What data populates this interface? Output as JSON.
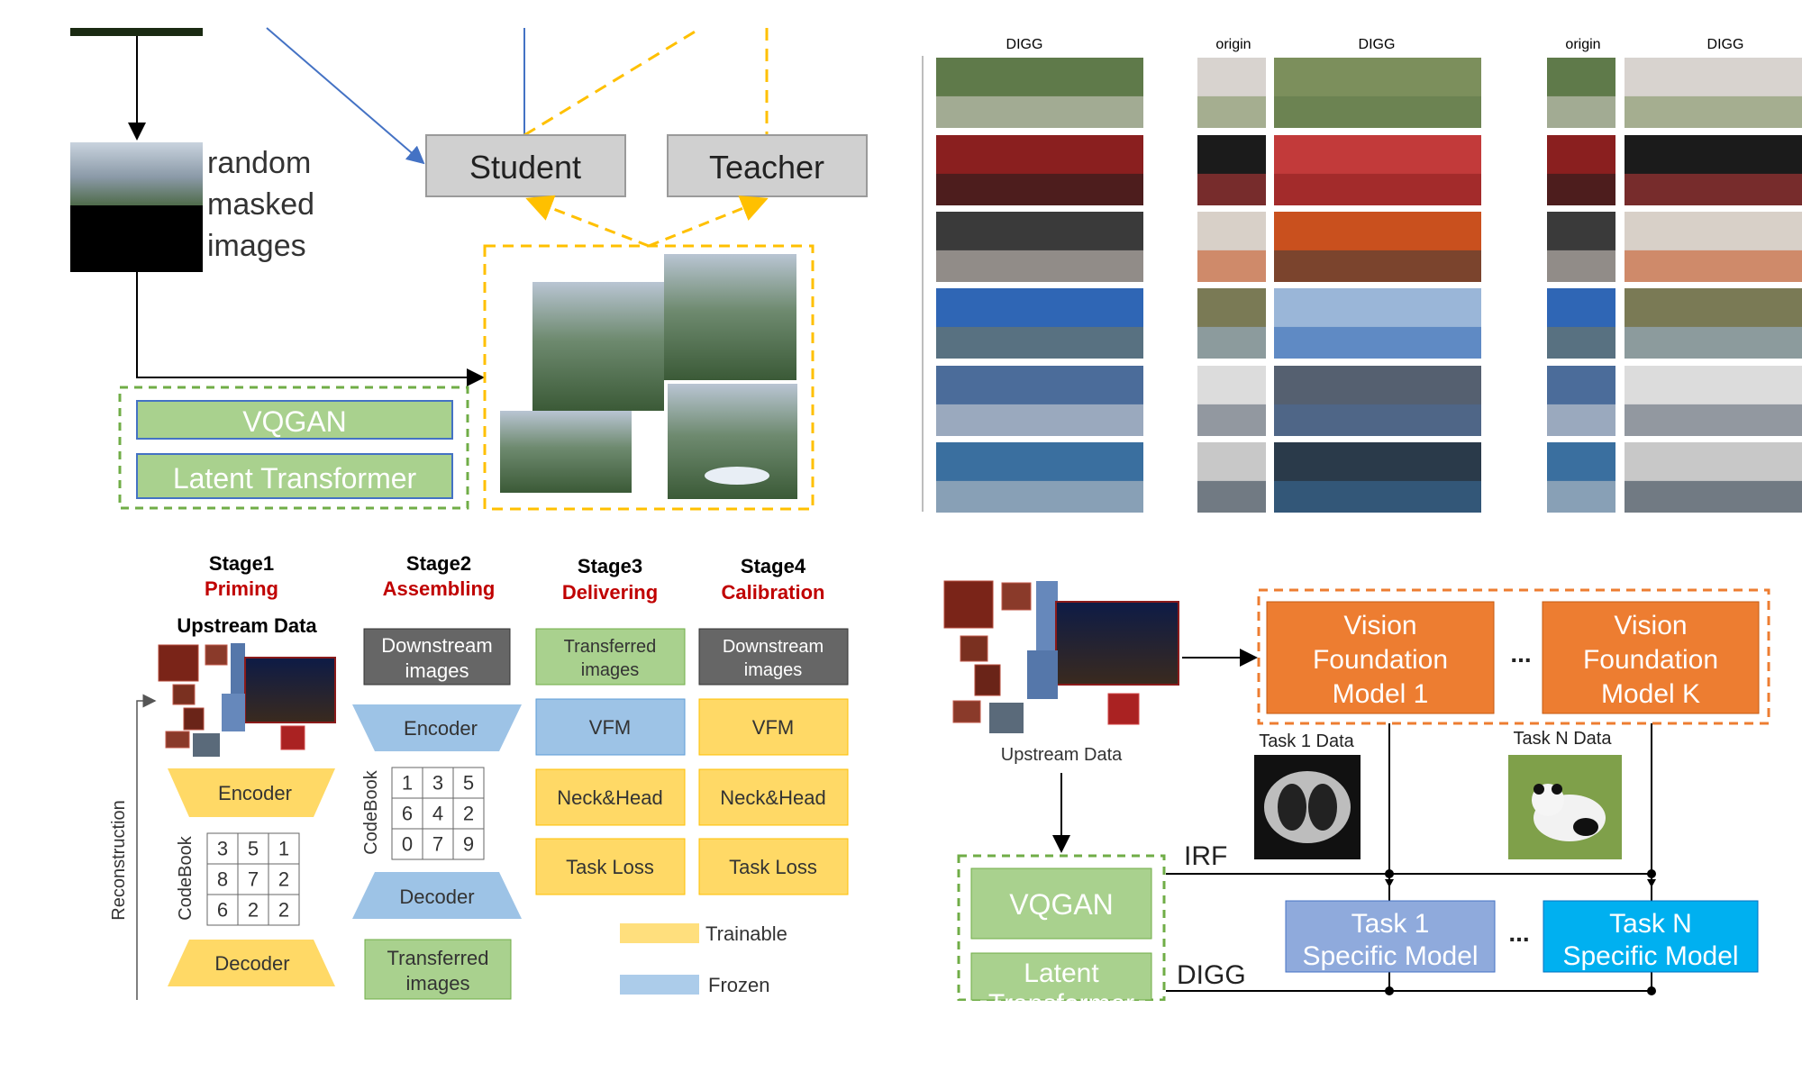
{
  "panel_a": {
    "masked_label": [
      "random",
      "masked",
      "images"
    ],
    "student": "Student",
    "teacher": "Teacher",
    "vqgan": "VQGAN",
    "latent_transformer": "Latent Transformer"
  },
  "panel_b": {
    "col1_header": "DIGG",
    "col2_origin": "origin",
    "col2_digg": "DIGG",
    "col3_origin": "origin",
    "col3_digg": "DIGG"
  },
  "panel_c": {
    "stage1_title": "Stage1",
    "stage1_name": "Priming",
    "stage2_title": "Stage2",
    "stage2_name": "Assembling",
    "stage3_title": "Stage3",
    "stage3_name": "Delivering",
    "stage4_title": "Stage4",
    "stage4_name": "Calibration",
    "upstream_data": "Upstream Data",
    "reconstruction": "Reconstruction",
    "codebook": "CodeBook",
    "s1_encoder": "Encoder",
    "s1_decoder": "Decoder",
    "s1_codes": [
      "3",
      "5",
      "1",
      "8",
      "7",
      "2",
      "6",
      "2",
      "2"
    ],
    "s2_downstream": [
      "Downstream",
      "images"
    ],
    "s2_encoder": "Encoder",
    "s2_codes": [
      "1",
      "3",
      "5",
      "6",
      "4",
      "2",
      "0",
      "7",
      "9"
    ],
    "s2_decoder": "Decoder",
    "s2_transferred": [
      "Transferred",
      "images"
    ],
    "s3_transferred": [
      "Transferred",
      "images"
    ],
    "s3_vfm": "VFM",
    "s3_neck": "Neck&Head",
    "s3_loss": "Task Loss",
    "s4_downstream": [
      "Downstream",
      "images"
    ],
    "s4_vfm": "VFM",
    "s4_neck": "Neck&Head",
    "s4_loss": "Task Loss",
    "legend_trainable": "Trainable",
    "legend_frozen": "Frozen"
  },
  "panel_d": {
    "upstream_data": "Upstream Data",
    "vfm1": [
      "Vision",
      "Foundation",
      "Model 1"
    ],
    "vfmk": [
      "Vision",
      "Foundation",
      "Model K"
    ],
    "ellipsis_top": "...",
    "task1_data": "Task 1 Data",
    "taskn_data": "Task N Data",
    "irf": "IRF",
    "digg": "DIGG",
    "vqgan": "VQGAN",
    "latent": [
      "Latent",
      "Transformer"
    ],
    "task1_model": [
      "Task 1",
      "Specific Model"
    ],
    "taskn_model": [
      "Task N",
      "Specific Model"
    ],
    "ellipsis_bottom": "..."
  },
  "colors": {
    "green_fill": "#a9d18e",
    "green_dash": "#70ad47",
    "yellow_dash": "#ffc000",
    "orange": "#ed7d31",
    "gray_box": "#d0d0d0",
    "dark_gray": "#6b6b6b",
    "blue_box": "#8faadc",
    "cyan_box": "#00b0f0",
    "stage_red": "#c00000"
  }
}
